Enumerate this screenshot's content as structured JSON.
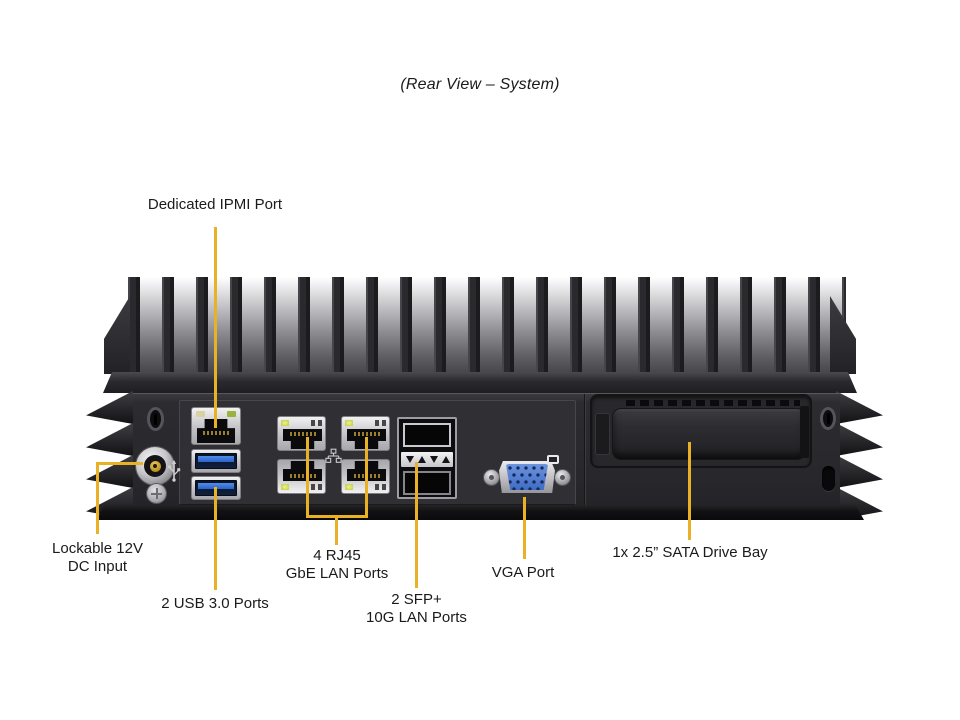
{
  "title": "(Rear View – System)",
  "colors": {
    "callout_line": "#E9B125",
    "label_text": "#1a1a1a",
    "background": "#ffffff",
    "usb_port_blue": "#2a63c9",
    "vga_connector_blue": "#4d7fd6",
    "chassis": "#28282c"
  },
  "icons": {
    "usb_icon": "usb-trident",
    "lan_icon": "network-nodes",
    "display_icon": "monitor-badge"
  },
  "callouts": {
    "ipmi": {
      "label": "Dedicated IPMI Port"
    },
    "dc_input": {
      "label_line1": "Lockable 12V",
      "label_line2": "DC Input"
    },
    "usb": {
      "label": "2 USB 3.0 Ports"
    },
    "rj45": {
      "label_line1": "4 RJ45",
      "label_line2": "GbE LAN Ports"
    },
    "sfp": {
      "label_line1": "2 SFP+",
      "label_line2": "10G LAN Ports"
    },
    "vga": {
      "label": "VGA Port"
    },
    "sata_bay": {
      "label": "1x 2.5” SATA Drive Bay"
    }
  }
}
